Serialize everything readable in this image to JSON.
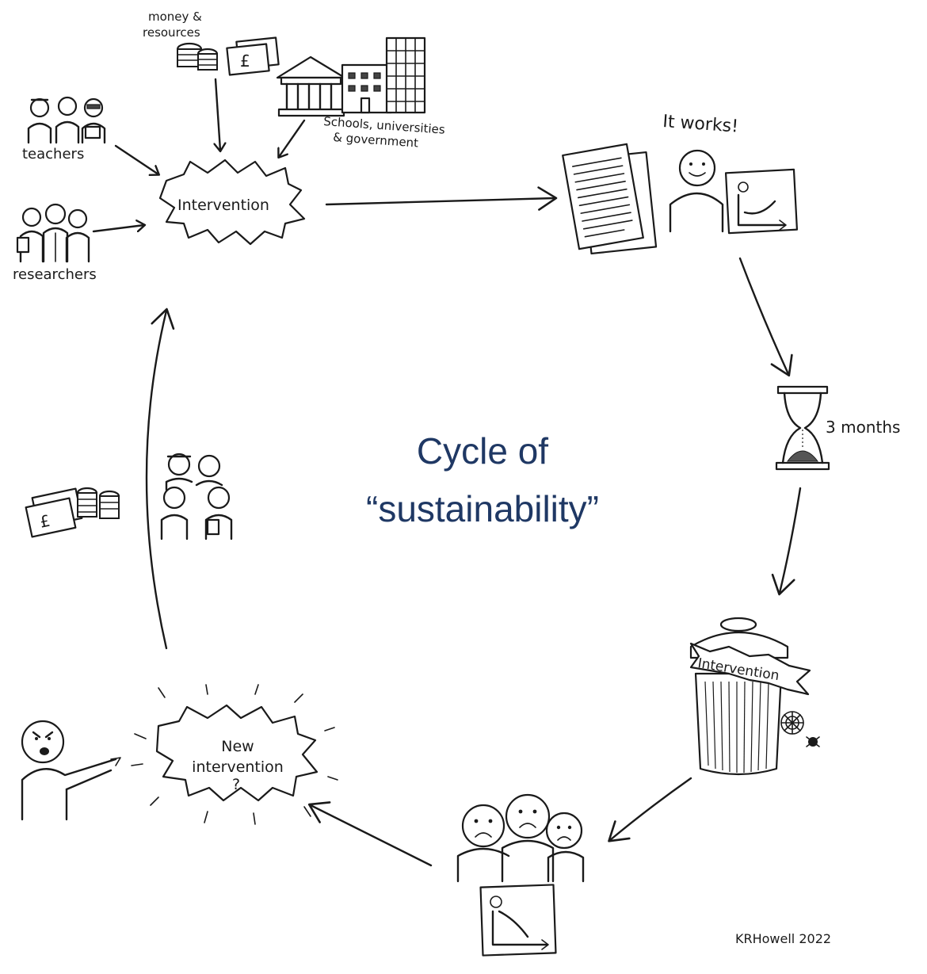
{
  "diagram": {
    "title_line1": "Cycle of",
    "title_line2": "“sustainability”",
    "title_color": "#1f3864",
    "ink_color": "#1a1a1a"
  },
  "labels": {
    "money": "money &",
    "resources": "resources",
    "pound": "£",
    "pound_left": "£",
    "schools_line1": "Schools, universities",
    "schools_line2": "& government",
    "teachers": "teachers",
    "researchers": "researchers",
    "intervention_top": "Intervention",
    "it_works": "It works!",
    "three_months": "3 months",
    "intervention_bin": "Intervention",
    "new_line1": "New",
    "new_line2": "intervention",
    "new_line3": "?",
    "signature": "KRHowell 2022"
  },
  "icons": {
    "coins": "coin-stack-icon",
    "banknote": "banknote-icon",
    "building": "government-building-icon",
    "hourglass": "hourglass-icon",
    "bin": "trash-bin-icon",
    "spider": "spider-web-icon"
  }
}
